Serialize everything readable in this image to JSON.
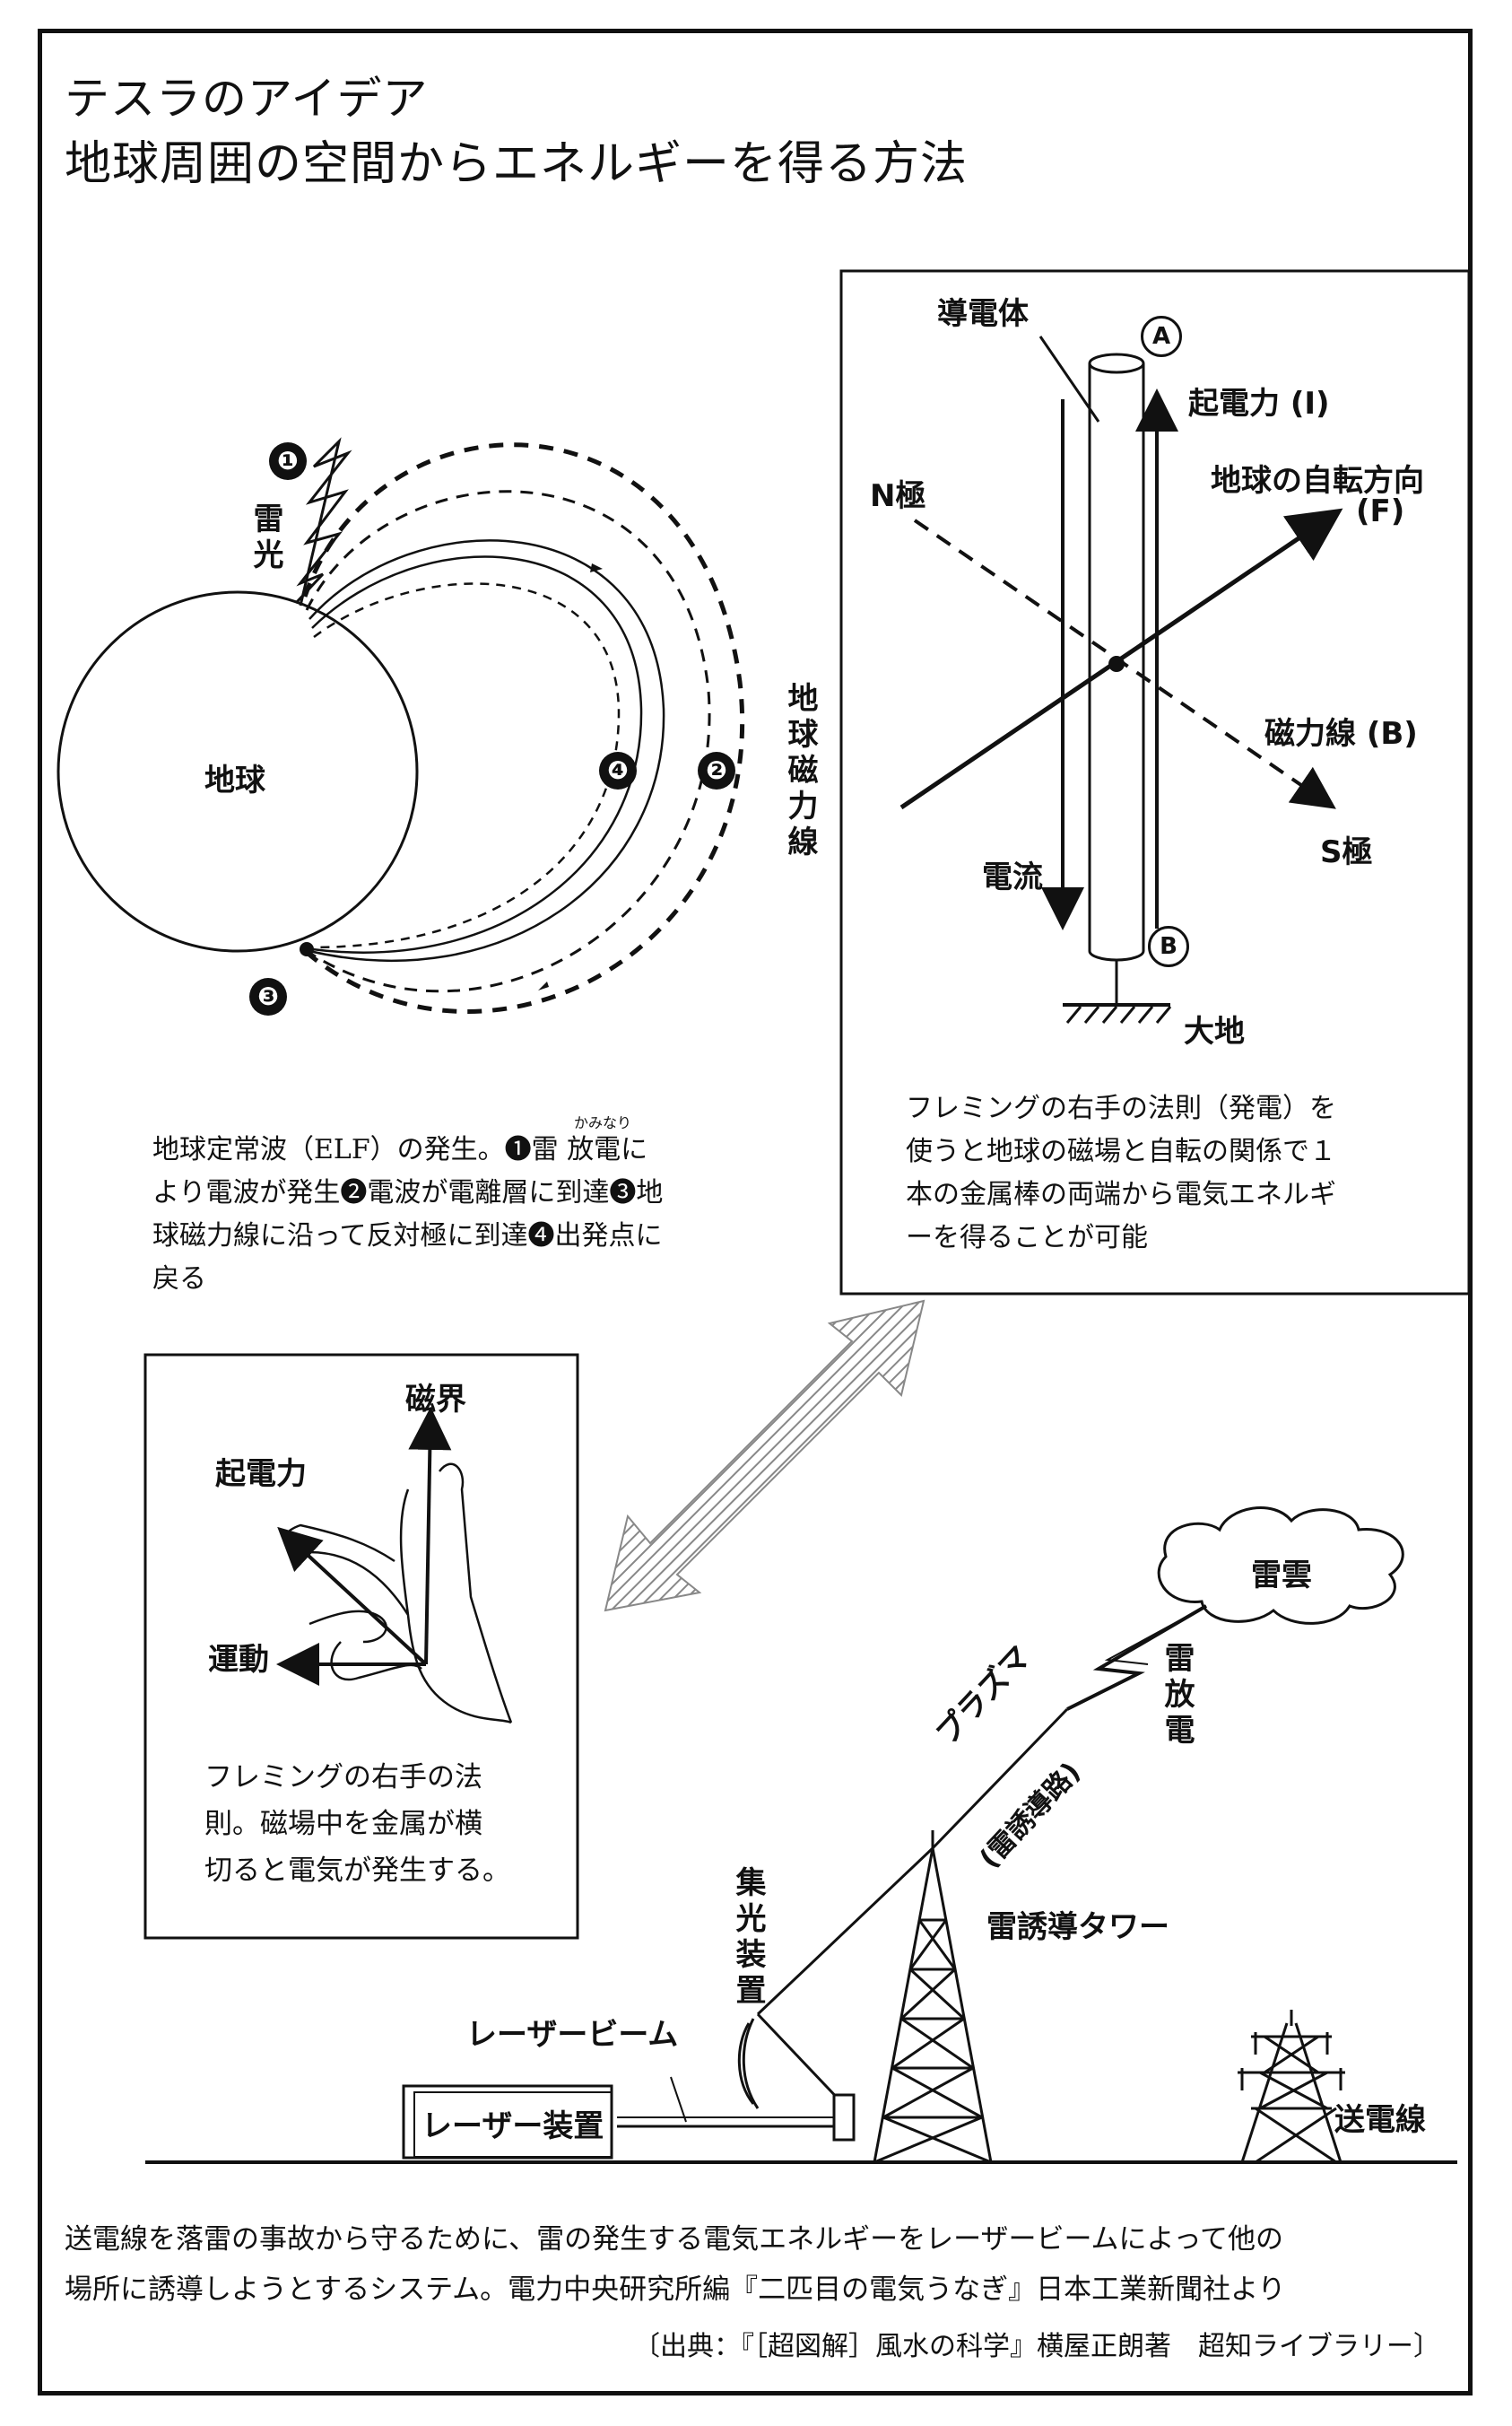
{
  "title": {
    "line1": "テスラのアイデア",
    "line2": "地球周囲の空間からエネルギーを得る方法"
  },
  "earth_diagram": {
    "marker1": "❶",
    "marker2": "❷",
    "marker3": "❸",
    "marker4": "❹",
    "lightning_label": "雷光",
    "earth_label": "地球",
    "field_label": "地球磁力線",
    "caption_lines": [
      "地球定常波（ELF）の発生。❶雷 放電に",
      "より電波が発生❷電波が電離層に到達❸地",
      "球磁力線に沿って反対極に到達❹出発点に",
      "戻る"
    ],
    "ruby": "かみなり"
  },
  "fleming_box": {
    "conductor": "導電体",
    "point_a": "A",
    "point_b": "B",
    "emf": "起電力 (I)",
    "rotation_line1": "地球の自転方向",
    "rotation_line2": "(F)",
    "n_pole": "N極",
    "field_line": "磁力線 (B)",
    "s_pole": "S極",
    "current": "電流",
    "ground": "大地",
    "caption_lines": [
      "フレミングの右手の法則（発電）を",
      "使うと地球の磁場と自転の関係で１",
      "本の金属棒の両端から電気エネルギ",
      "ーを得ることが可能"
    ]
  },
  "hand_box": {
    "field": "磁界",
    "emf": "起電力",
    "motion": "運動",
    "caption_lines": [
      "フレミングの右手の法",
      "則。磁場中を金属が横",
      "切ると電気が発生する。"
    ]
  },
  "tower_diagram": {
    "cloud": "雷雲",
    "discharge": "雷放電",
    "plasma": "プラズマ",
    "path": "(雷誘導路)",
    "tower": "雷誘導タワー",
    "collector": "集光装置",
    "beam": "レーザービーム",
    "laser": "レーザー装置",
    "power_line": "送電線"
  },
  "footer_lines": [
    "送電線を落雷の事故から守るために、雷の発生する電気エネルギーをレーザービームによって他の",
    "場所に誘導しようとするシステム。電力中央研究所編『二匹目の電気うなぎ』日本工業新聞社より"
  ],
  "source": "〔出典：『［超図解］風水の科学』横屋正朗著　超知ライブラリー〕"
}
